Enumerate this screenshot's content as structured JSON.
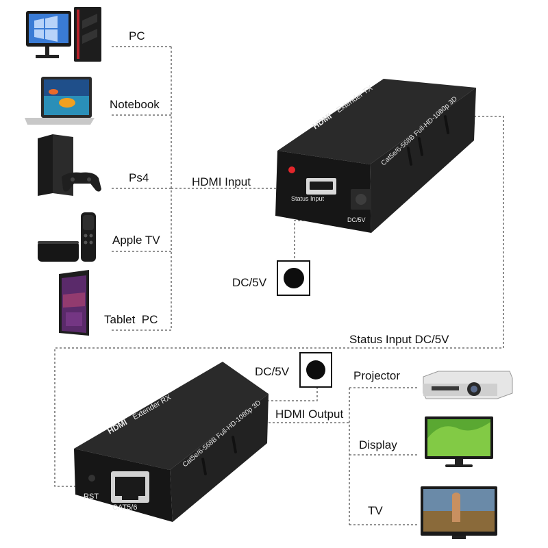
{
  "sources": {
    "pc": "PC",
    "notebook": "Notebook",
    "ps4": "Ps4",
    "apple_tv": "Apple TV",
    "tablet_pc": "Tablet  PC"
  },
  "transmitter": {
    "brand": "HDMI",
    "name": "Extender TX",
    "spec": "Cat5e/6-568B Full-HD-1080p 3D",
    "port_status_input": "Status Input",
    "port_dc": "DC/5V"
  },
  "receiver": {
    "brand": "HDMI",
    "name": "Extender RX",
    "spec": "Cat5e/6-568B Full-HD-1080p 3D",
    "port_rst": "RST",
    "port_cat": "CAT5/6"
  },
  "connections": {
    "hdmi_input": "HDMI Input",
    "dc_top": "DC/5V",
    "status_input_dc": "Status Input DC/5V",
    "dc_bottom": "DC/5V",
    "hdmi_output": "HDMI Output"
  },
  "outputs": {
    "projector": "Projector",
    "display": "Display",
    "tv": "TV"
  },
  "colors": {
    "device_body": "#1c1c1c",
    "dashed_line": "#555555",
    "status_led": "#e3262b",
    "display_screen": "#5aa832"
  }
}
